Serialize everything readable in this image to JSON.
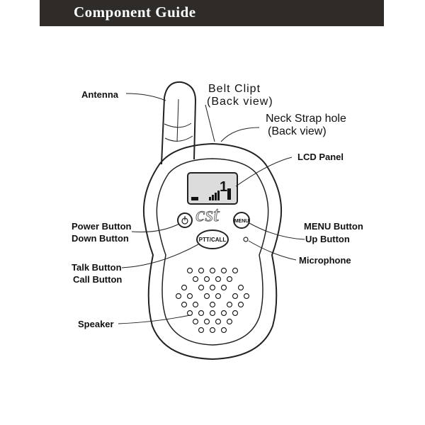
{
  "header": {
    "title": "Component Guide"
  },
  "labels": {
    "antenna": "Antenna",
    "belt_clip_1": "Belt Clipt",
    "belt_clip_2": "(Back view)",
    "neck_strap_1": "Neck Strap hole",
    "neck_strap_2": "(Back view)",
    "lcd_panel": "LCD Panel",
    "power_button": "Power Button",
    "down_button": "Down Button",
    "menu_button": "MENU Button",
    "up_button": "Up Button",
    "microphone": "Microphone",
    "talk_button": "Talk Button",
    "call_button": "Call Button",
    "speaker": "Speaker"
  },
  "device": {
    "ptt_label": "PTT/CALL",
    "menu_key_label": "MENU",
    "lcd_digit": "1",
    "watermark": "cst"
  },
  "colors": {
    "header_bg": "#2f2b28",
    "line": "#222222",
    "lcd_bg": "#dcdcdc"
  }
}
